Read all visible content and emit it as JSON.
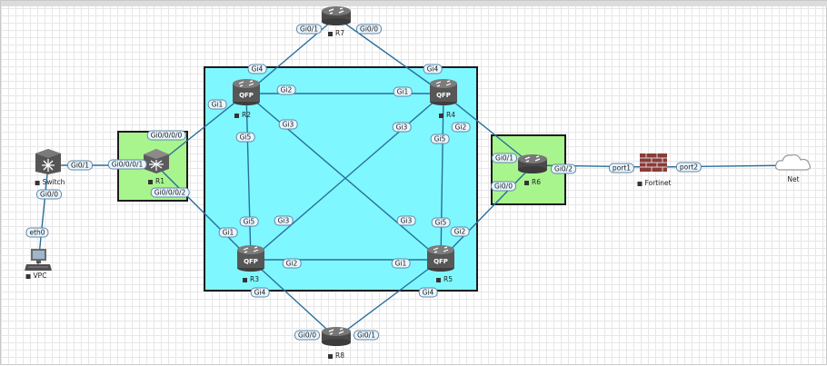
{
  "nodes": {
    "r7": {
      "name": "R7"
    },
    "r8": {
      "name": "R8"
    },
    "r2": {
      "name": "R2",
      "badge": "QFP"
    },
    "r3": {
      "name": "R3",
      "badge": "QFP"
    },
    "r4": {
      "name": "R4",
      "badge": "QFP"
    },
    "r5": {
      "name": "R5",
      "badge": "QFP"
    },
    "r1": {
      "name": "R1"
    },
    "r6": {
      "name": "R6"
    },
    "switch": {
      "name": "Switch"
    },
    "vpc": {
      "name": "VPC"
    },
    "fortinet": {
      "name": "Fortinet"
    },
    "net": {
      "name": "Net"
    }
  },
  "interfaces": {
    "r7_r2": "Gi0/1",
    "r7_r4": "Gi0/0",
    "r2_r7": "Gi4",
    "r4_r7": "Gi4",
    "r2_r1": "Gi1",
    "r2_r4": "Gi2",
    "r4_r2": "Gi1",
    "r2_r3": "Gi5",
    "r2_r5": "Gi3",
    "r4_r3": "Gi3",
    "r4_r5": "Gi5",
    "r4_r6": "Gi2",
    "r1_r2": "Gi0/0/0/0",
    "r1_switch": "Gi0/0/0/1",
    "r1_r3": "Gi0/0/0/2",
    "switch_r1": "Gi0/1",
    "switch_vpc": "Gi0/0",
    "vpc_switch": "eth0",
    "r3_r1": "Gi1",
    "r3_r2": "Gi5",
    "r3_r4": "Gi3",
    "r3_r5": "Gi2",
    "r3_r8": "Gi4",
    "r5_r2": "Gi3",
    "r5_r4": "Gi5",
    "r5_r6": "Gi2",
    "r5_r3": "Gi1",
    "r5_r8": "Gi4",
    "r6_r4": "Gi0/1",
    "r6_r5": "Gi0/0",
    "r6_fortinet": "Gi0/2",
    "fortinet_r6": "port1",
    "fortinet_net": "port2",
    "r8_r3": "Gi0/0",
    "r8_r5": "Gi0/1"
  },
  "colors": {
    "core_zone": "#7ff7ff",
    "edge_zone": "#a8f58e",
    "link": "#2a6e9c",
    "router_body": "#5a5a5a"
  }
}
